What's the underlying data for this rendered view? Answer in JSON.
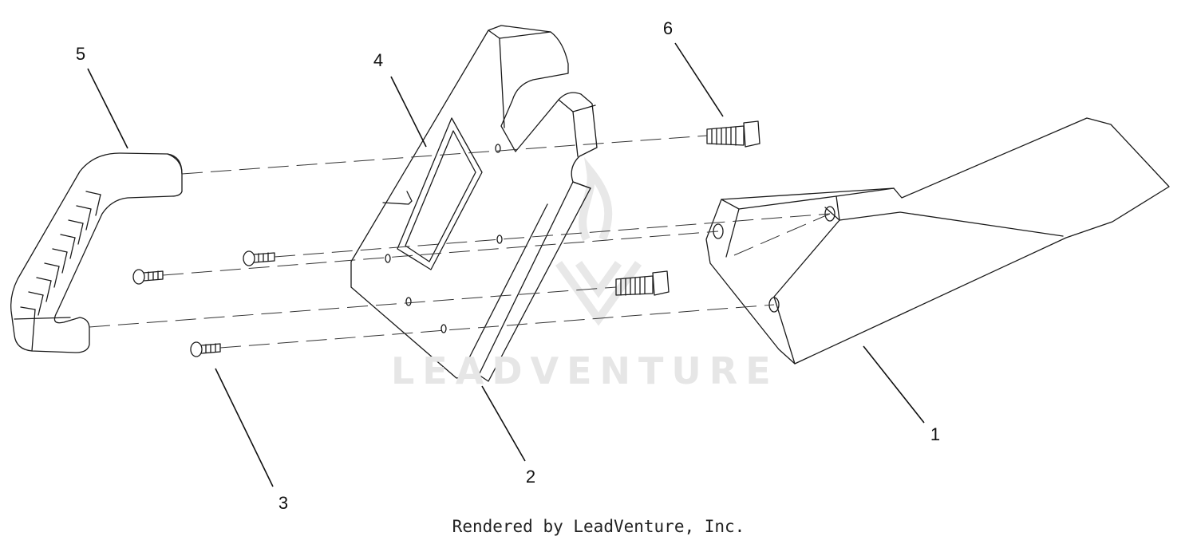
{
  "callouts": [
    {
      "id": "1",
      "label": "1"
    },
    {
      "id": "2",
      "label": "2"
    },
    {
      "id": "3",
      "label": "3"
    },
    {
      "id": "4",
      "label": "4"
    },
    {
      "id": "5",
      "label": "5"
    },
    {
      "id": "6",
      "label": "6"
    }
  ],
  "watermark": {
    "text": "LEADVENTURE"
  },
  "credit": {
    "text": "Rendered by LeadVenture, Inc."
  },
  "colors": {
    "line": "#1a1a1a",
    "watermark": "#e6e6e6",
    "background": "#ffffff"
  }
}
